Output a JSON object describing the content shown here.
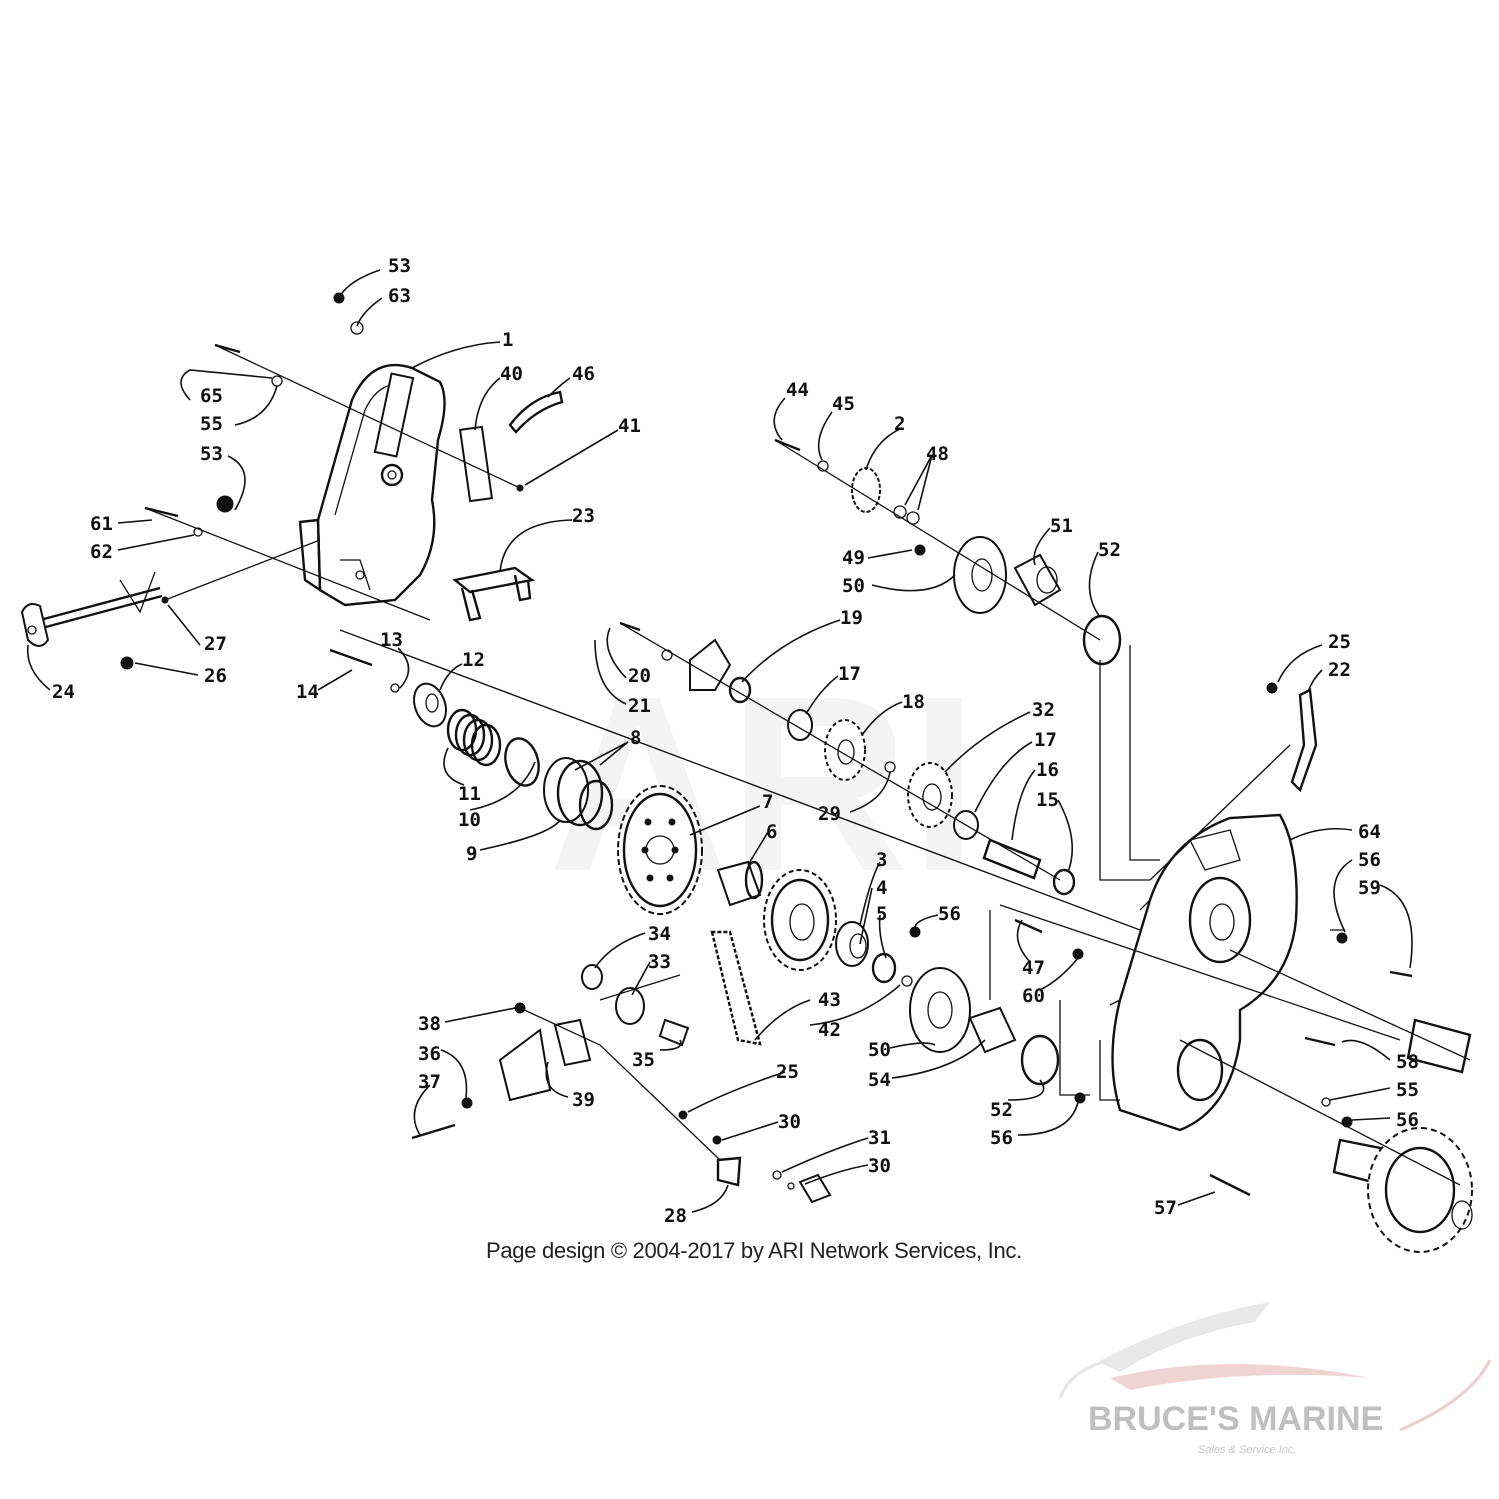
{
  "diagram": {
    "callouts": [
      "53",
      "63",
      "1",
      "40",
      "46",
      "41",
      "65",
      "55",
      "53",
      "61",
      "62",
      "23",
      "27",
      "24",
      "26",
      "14",
      "13",
      "12",
      "11",
      "10",
      "9",
      "8",
      "7",
      "6",
      "20",
      "21",
      "19",
      "17",
      "18",
      "29",
      "32",
      "17",
      "16",
      "15",
      "44",
      "45",
      "2",
      "48",
      "49",
      "50",
      "51",
      "52",
      "25",
      "22",
      "64",
      "56",
      "59",
      "3",
      "4",
      "5",
      "56",
      "47",
      "60",
      "34",
      "33",
      "35",
      "43",
      "42",
      "50",
      "54",
      "52",
      "56",
      "58",
      "55",
      "56",
      "57",
      "38",
      "36",
      "37",
      "39",
      "25",
      "30",
      "31",
      "30",
      "28"
    ]
  },
  "footer": {
    "copyright": "Page design © 2004-2017 by ARI Network Services, Inc."
  },
  "watermark": {
    "ari": "ARI",
    "brand": "BRUCE'S MARINE",
    "tagline": "Sales & Service Inc.",
    "brand_colors": {
      "gray": "#bfbfbf",
      "red": "#e8a0a0"
    }
  }
}
